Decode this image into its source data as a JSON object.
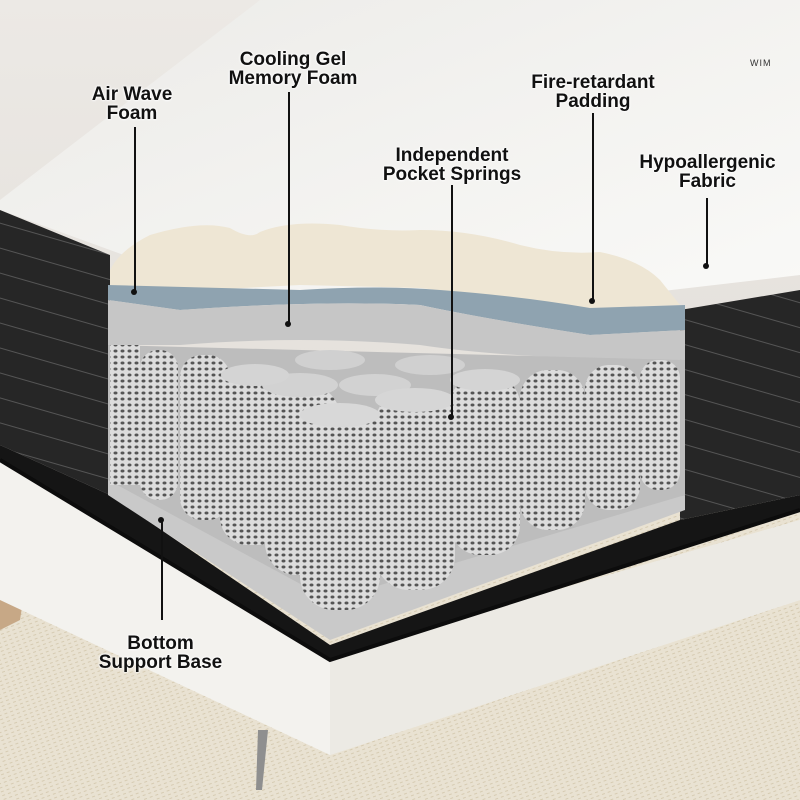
{
  "diagram": {
    "subject": "Pocket spring hybrid mattress cutaway",
    "labels": [
      {
        "id": "air_wave_foam",
        "line1": "Air Wave",
        "line2": "Foam"
      },
      {
        "id": "cooling_gel",
        "line1": "Cooling Gel",
        "line2": "Memory Foam"
      },
      {
        "id": "fire_retardant",
        "line1": "Fire-retardant",
        "line2": "Padding"
      },
      {
        "id": "pocket_springs",
        "line1": "Independent",
        "line2": "Pocket Springs"
      },
      {
        "id": "hypoallergenic",
        "line1": "Hypoallergenic",
        "line2": "Fabric"
      },
      {
        "id": "bottom_base",
        "line1": "Bottom",
        "line2": "Support Base"
      }
    ],
    "background_text": "WIM",
    "colors": {
      "fabric_top": "#f2f1ee",
      "side_panel": "#2a2a2a",
      "cream_foam": "#eee6d4",
      "gel_foam": "#8fa3b0",
      "grey_foam": "#c9c9c9",
      "spring": "#d8d8d8",
      "bed_frame": "#f3f2ee",
      "rug": "#e6dfcf",
      "leader": "#111111"
    }
  }
}
